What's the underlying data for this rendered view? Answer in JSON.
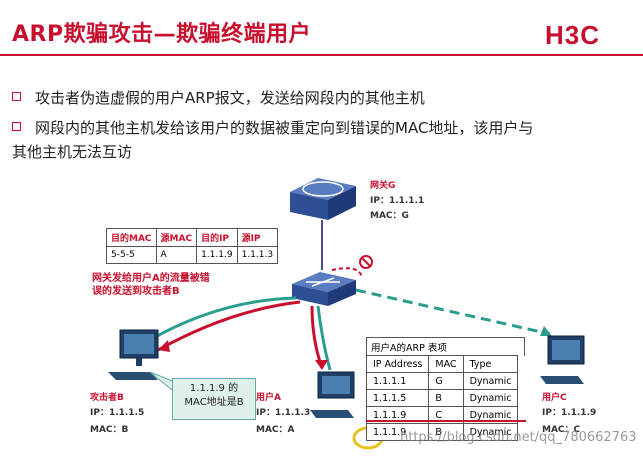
{
  "title": "ARP欺骗攻击—欺骗终端用户",
  "logo_text": "H3C",
  "bullets": [
    "攻击者伪造虚假的用户ARP报文，发送给网段内的其他主机",
    "网段内的其他主机发给该用户的数据被重定向到错误的MAC地址，该用户与",
    "其他主机无法互访"
  ],
  "gateway": {
    "name": "网关G",
    "ip": "IP：1.1.1.1",
    "mac": "MAC：G"
  },
  "packet_table": {
    "headers": [
      "目的MAC",
      "源MAC",
      "目的IP",
      "源IP"
    ],
    "values": [
      "5-5-5",
      "A",
      "1.1.1.9",
      "1.1.1.3"
    ]
  },
  "red_note": [
    "网关发给用户A的流量被错",
    "误的发送到攻击者B"
  ],
  "attacker": {
    "name": "攻击者B",
    "ip": "IP：1.1.1.5",
    "mac": "MAC：B"
  },
  "callout": [
    "1.1.1.9 的",
    "MAC地址是B"
  ],
  "user_a": {
    "name": "用户A",
    "ip": "IP：1.1.1.3",
    "mac": "MAC：A"
  },
  "user_c": {
    "name": "用户C",
    "ip": "IP：1.1.1.9",
    "mac": "MAC：C"
  },
  "arp_table": {
    "title": "用户A的ARP 表项",
    "headers": [
      "IP Address",
      "MAC",
      "Type"
    ],
    "rows": [
      [
        "1.1.1.1",
        "G",
        "Dynamic"
      ],
      [
        "1.1.1.5",
        "B",
        "Dynamic"
      ],
      [
        "1.1.1.9",
        "C",
        "Dynamic"
      ],
      [
        "1.1.1.9",
        "B",
        "Dynamic"
      ]
    ]
  },
  "watermark": "https://blog.csdn.net/qq_780662763",
  "colors": {
    "brand_red": "#c8102e",
    "teal": "#2a9d8f",
    "router_blue": "#3b5ea8"
  }
}
